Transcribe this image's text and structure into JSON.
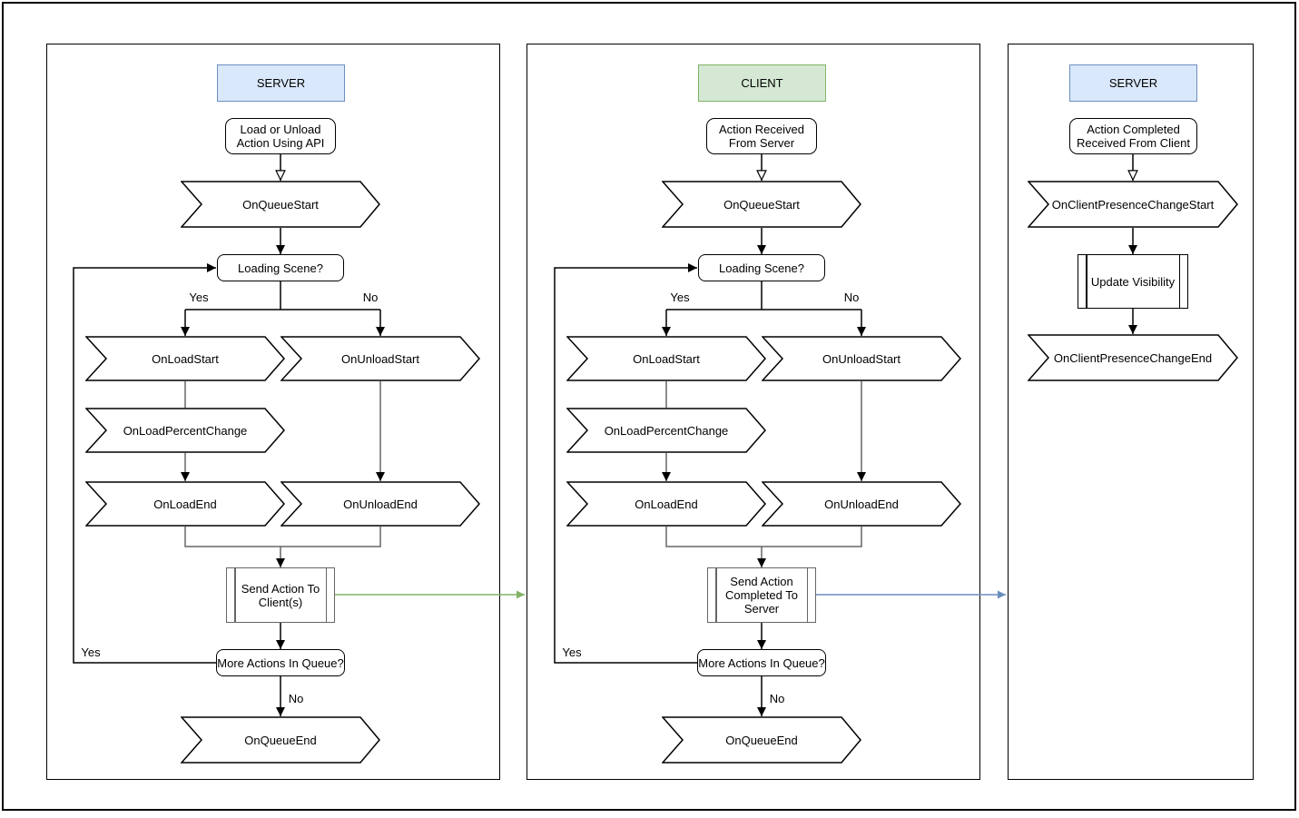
{
  "colors": {
    "server_header_fill": "#dae8fc",
    "server_header_border": "#6c8ebf",
    "client_header_fill": "#d5e8d4",
    "client_header_border": "#82b366",
    "server_to_client_arrow": "#82b366",
    "client_to_server_arrow": "#6c8ebf"
  },
  "panels": [
    {
      "title": "SERVER",
      "nodes": {
        "start": "Load or Unload Action Using API",
        "queue_start": "OnQueueStart",
        "loading_scene": "Loading Scene?",
        "branch_yes": "Yes",
        "branch_no": "No",
        "load_start": "OnLoadStart",
        "unload_start": "OnUnloadStart",
        "load_percent": "OnLoadPercentChange",
        "load_end": "OnLoadEnd",
        "unload_end": "OnUnloadEnd",
        "send_action": "Send Action To Client(s)",
        "more_actions": "More Actions In Queue?",
        "loop_yes": "Yes",
        "end_no": "No",
        "queue_end": "OnQueueEnd"
      }
    },
    {
      "title": "CLIENT",
      "nodes": {
        "start": "Action Received From Server",
        "queue_start": "OnQueueStart",
        "loading_scene": "Loading Scene?",
        "branch_yes": "Yes",
        "branch_no": "No",
        "load_start": "OnLoadStart",
        "unload_start": "OnUnloadStart",
        "load_percent": "OnLoadPercentChange",
        "load_end": "OnLoadEnd",
        "unload_end": "OnUnloadEnd",
        "send_action": "Send Action Completed To Server",
        "more_actions": "More Actions In Queue?",
        "loop_yes": "Yes",
        "end_no": "No",
        "queue_end": "OnQueueEnd"
      }
    },
    {
      "title": "SERVER",
      "nodes": {
        "start": "Action Completed Received From Client",
        "presence_start": "OnClientPresenceChangeStart",
        "update_visibility": "Update Visibility",
        "presence_end": "OnClientPresenceChangeEnd"
      }
    }
  ]
}
